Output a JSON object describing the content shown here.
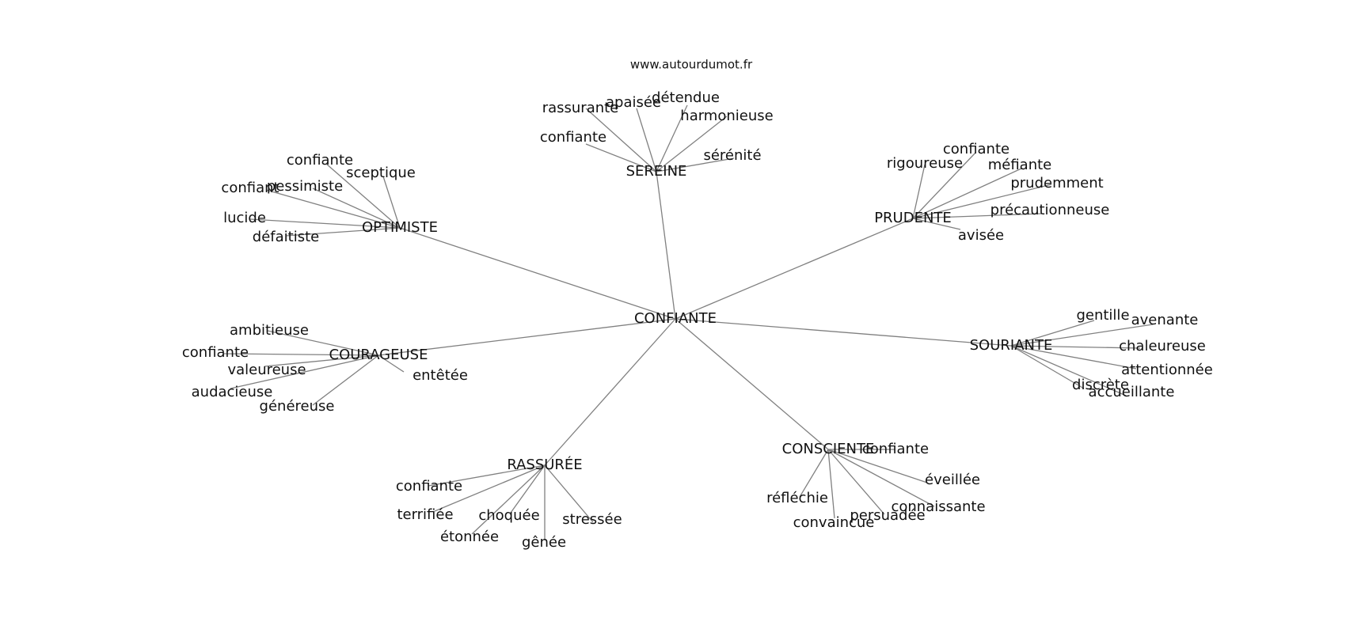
{
  "source_text": "www.autourdumot.fr",
  "center": "CONFIANTE",
  "groups": [
    {
      "label": "SEREINE",
      "words": [
        "rassurante",
        "apaisée",
        "détendue",
        "harmonieuse",
        "confiante",
        "sérénité"
      ]
    },
    {
      "label": "OPTIMISTE",
      "words": [
        "confiante",
        "sceptique",
        "confiant",
        "pessimiste",
        "lucide",
        "défaitiste"
      ]
    },
    {
      "label": "PRUDENTE",
      "words": [
        "confiante",
        "rigoureuse",
        "méfiante",
        "prudemment",
        "précautionneuse",
        "avisée"
      ]
    },
    {
      "label": "COURAGEUSE",
      "words": [
        "ambitieuse",
        "confiante",
        "valeureuse",
        "entêtée",
        "audacieuse",
        "généreuse"
      ]
    },
    {
      "label": "SOURIANTE",
      "words": [
        "gentille",
        "avenante",
        "chaleureuse",
        "attentionnée",
        "discrète",
        "accueillante"
      ]
    },
    {
      "label": "RASSURÉE",
      "words": [
        "confiante",
        "terrifiée",
        "choquée",
        "stressée",
        "étonnée",
        "gênée"
      ]
    },
    {
      "label": "CONSCIENTE",
      "words": [
        "confiante",
        "éveillée",
        "réfléchie",
        "connaissante",
        "persuadée",
        "convaincue"
      ]
    }
  ]
}
